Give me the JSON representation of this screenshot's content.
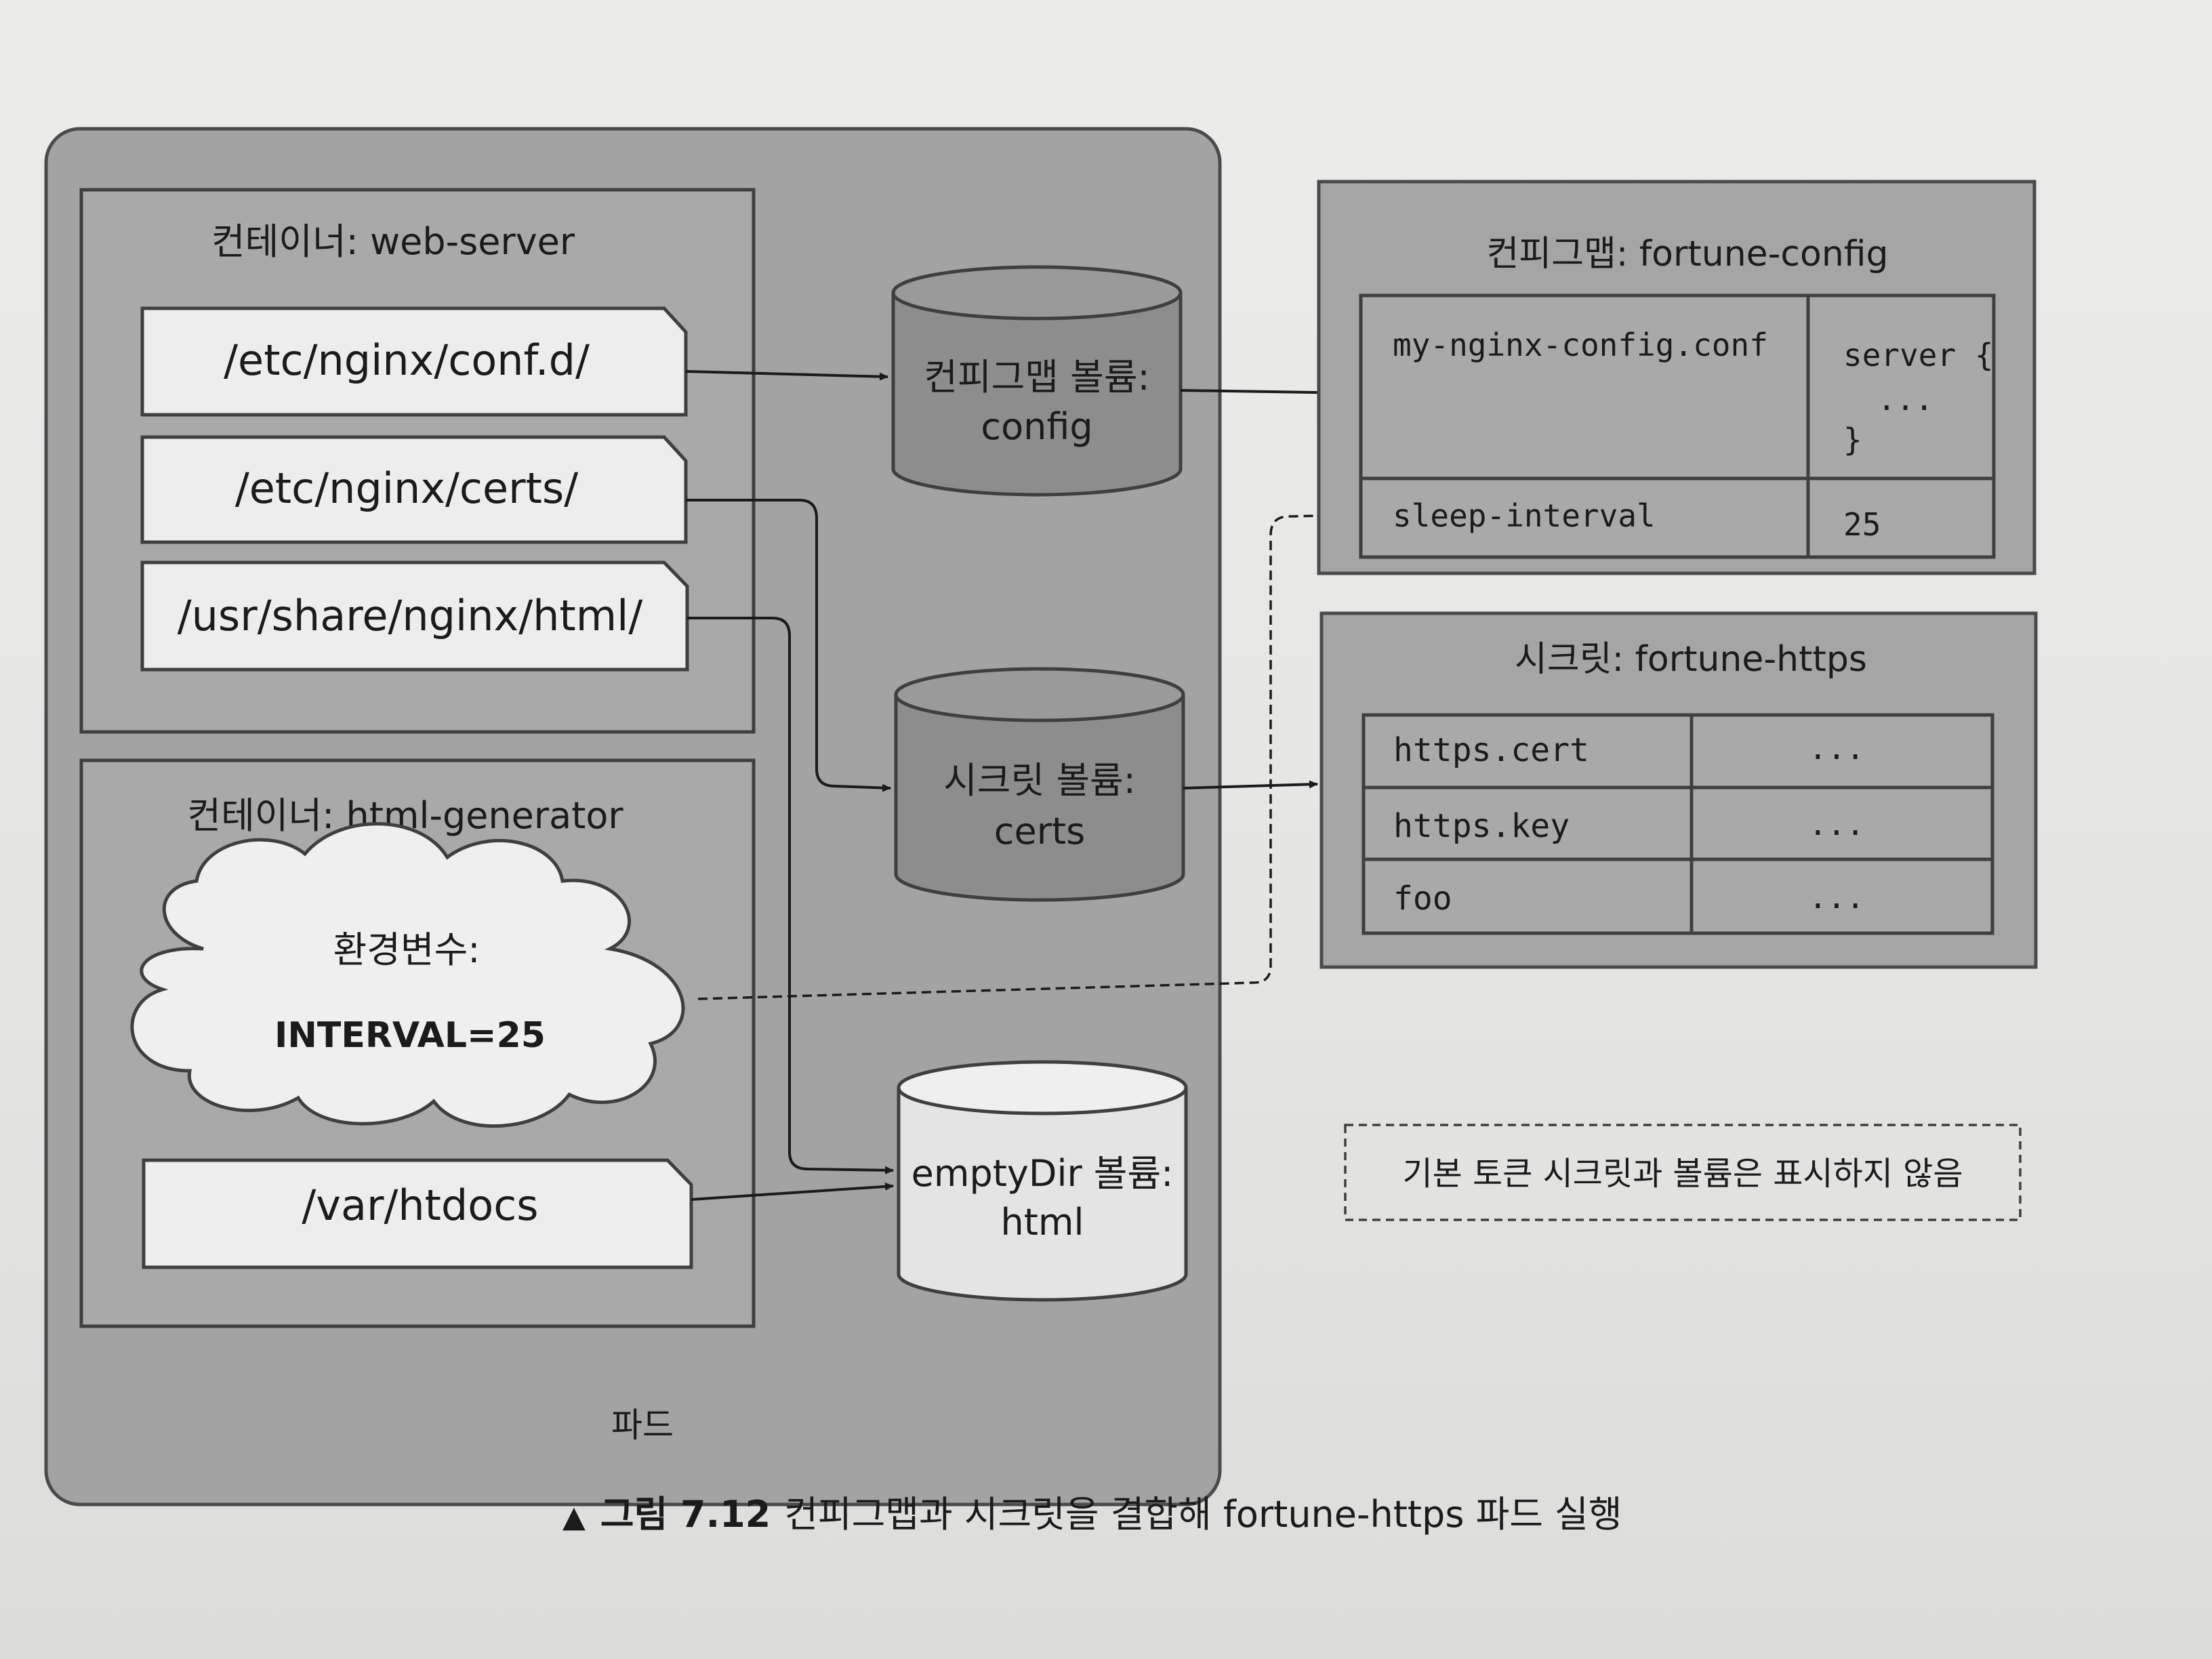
{
  "pod": {
    "label": "파드"
  },
  "web_server": {
    "title": "컨테이너: web-server",
    "mounts": [
      "/etc/nginx/conf.d/",
      "/etc/nginx/certs/",
      "/usr/share/nginx/html/"
    ]
  },
  "html_generator": {
    "title": "컨테이너: html-generator",
    "env_label": "환경변수:",
    "env_value": "INTERVAL=25",
    "mount": "/var/htdocs"
  },
  "volumes": {
    "config": {
      "line1": "컨피그맵 볼륨:",
      "line2": "config"
    },
    "certs": {
      "line1": "시크릿 볼륨:",
      "line2": "certs"
    },
    "html": {
      "line1": "emptyDir 볼륨:",
      "line2": "html"
    }
  },
  "configmap": {
    "title": "컨피그맵: fortune-config",
    "row1_key": "my-nginx-config.conf",
    "row1_val_line1": "server {",
    "row1_val_line2": "...",
    "row1_val_line3": "}",
    "row2_key": "sleep-interval",
    "row2_val": "25"
  },
  "secret": {
    "title": "시크릿: fortune-https",
    "rows": [
      {
        "key": "https.cert",
        "value": "..."
      },
      {
        "key": "https.key",
        "value": "..."
      },
      {
        "key": "foo",
        "value": "..."
      }
    ]
  },
  "note": "기본 토큰 시크릿과 볼륨은 표시하지 않음",
  "caption": {
    "marker": "▲",
    "figure": "그림 7.12",
    "text": "컨피그맵과 시크릿을 결합해 fortune-https 파드 실행"
  }
}
